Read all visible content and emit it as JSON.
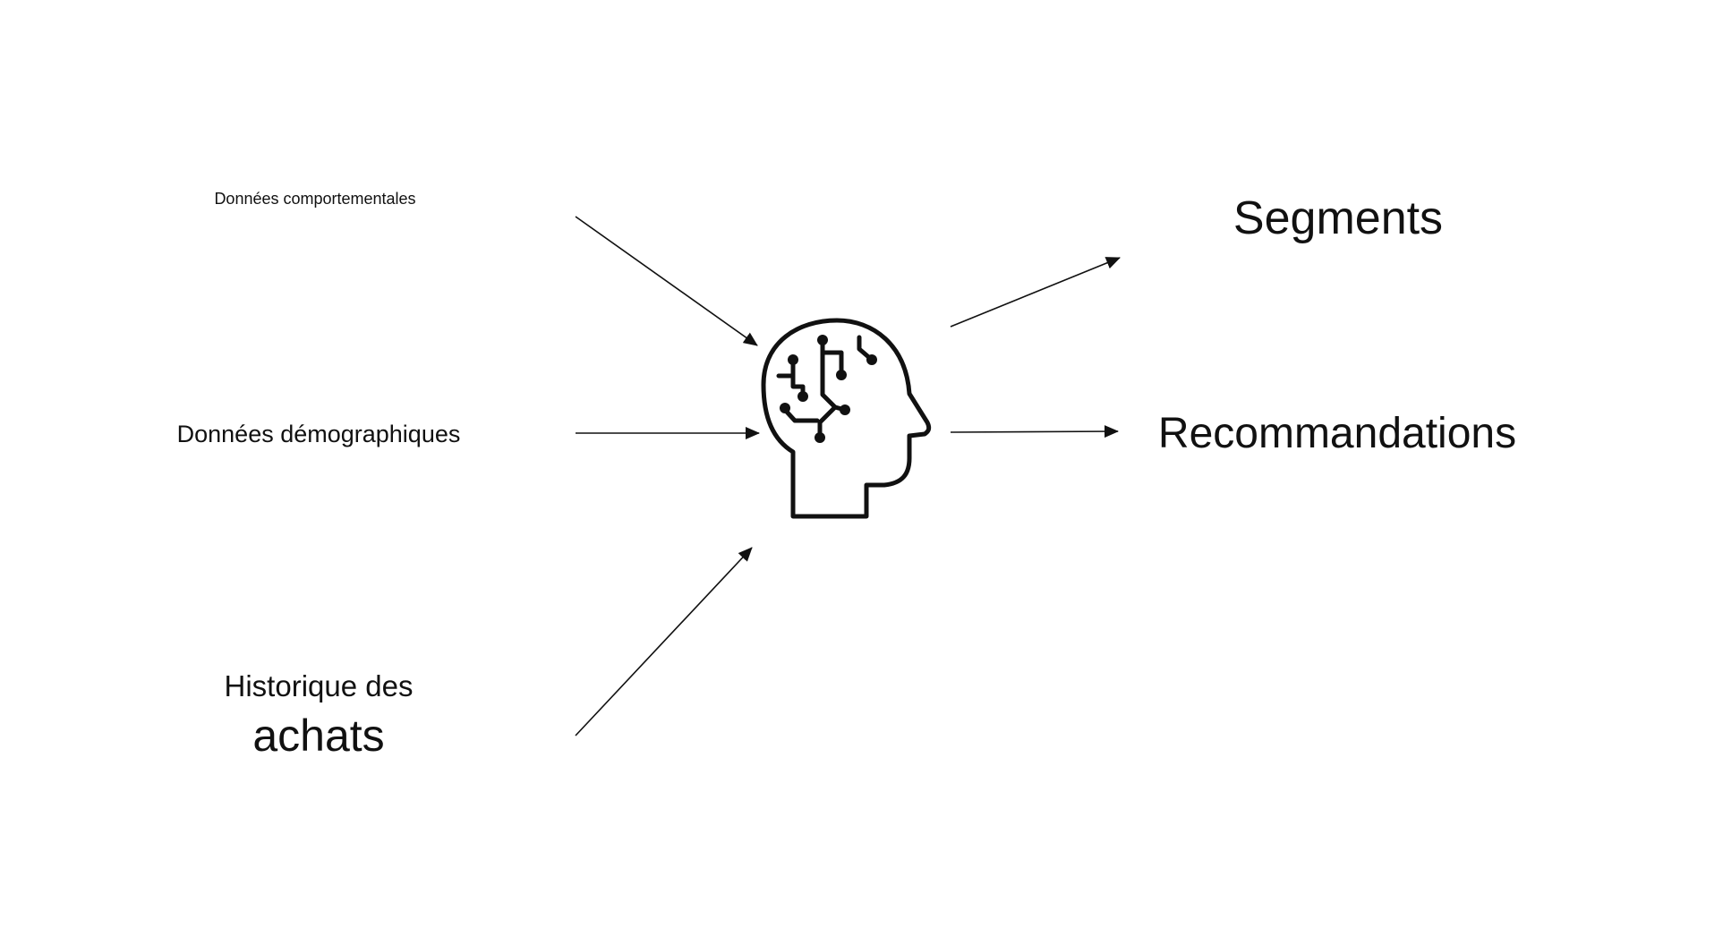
{
  "inputs": {
    "behavioral": "Données comportementales",
    "demographic": "Données démographiques",
    "purchase_history_line1": "Historique des",
    "purchase_history_line2": "achats"
  },
  "outputs": {
    "segments": "Segments",
    "recommendations": "Recommandations"
  },
  "center_icon": "ai-brain-head-icon",
  "colors": {
    "stroke": "#111111",
    "background": "#ffffff"
  }
}
